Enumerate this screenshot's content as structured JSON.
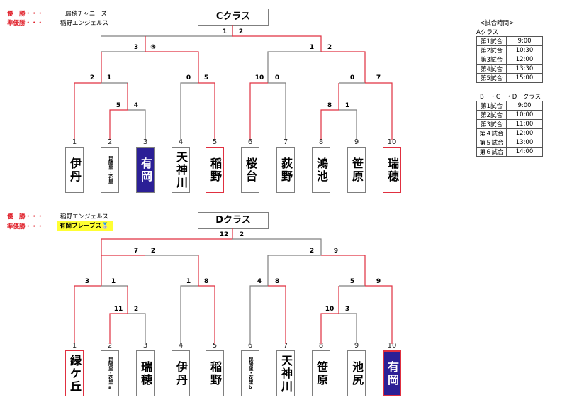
{
  "schedule": {
    "heading": "<試合時間>",
    "a_class": {
      "title": "Aクラス",
      "rows": [
        {
          "match": "第1試合",
          "time": "9:00"
        },
        {
          "match": "第2試合",
          "time": "10:30"
        },
        {
          "match": "第3試合",
          "time": "12:00"
        },
        {
          "match": "第4試合",
          "time": "13:30"
        },
        {
          "match": "第5試合",
          "time": "15:00"
        }
      ]
    },
    "bcd_class": {
      "title": "B　・C　・D　クラス",
      "rows": [
        {
          "match": "第1試合",
          "time": "9:00"
        },
        {
          "match": "第2試合",
          "time": "10:00"
        },
        {
          "match": "第3試合",
          "time": "11:00"
        },
        {
          "match": "第４試合",
          "time": "12:00"
        },
        {
          "match": "第５試合",
          "time": "13:00"
        },
        {
          "match": "第６試合",
          "time": "14:00"
        }
      ]
    }
  },
  "brackets": [
    {
      "title": "Cクラス",
      "winner_label": "優　勝・・・",
      "winner": "瑞穂チャニーズ",
      "runner_up_label": "準優勝・・・",
      "runner_up": "稲野エンジェルス",
      "runner_up_highlight": false,
      "scores": {
        "final": [
          "1",
          "2"
        ],
        "semi_left": [
          "3",
          "③"
        ],
        "semi_right": [
          "1",
          "2"
        ],
        "q_left_a": [
          "2",
          "1"
        ],
        "q_left_b": [
          "0",
          "5"
        ],
        "q_right_a": [
          "10",
          "0"
        ],
        "q_right_b": [
          "0",
          "7"
        ],
        "r1_left": [
          "5",
          "4"
        ],
        "r1_right": [
          "8",
          "1"
        ]
      },
      "teams": [
        {
          "seed": "1",
          "name": "伊丹",
          "style": "normal"
        },
        {
          "seed": "2",
          "name": "昆陽里・花里",
          "style": "small"
        },
        {
          "seed": "3",
          "name": "有岡",
          "style": "blue"
        },
        {
          "seed": "4",
          "name": "天神川",
          "style": "normal"
        },
        {
          "seed": "5",
          "name": "稲野",
          "style": "red"
        },
        {
          "seed": "6",
          "name": "桜台",
          "style": "normal"
        },
        {
          "seed": "7",
          "name": "荻野",
          "style": "normal"
        },
        {
          "seed": "8",
          "name": "鴻池",
          "style": "normal"
        },
        {
          "seed": "9",
          "name": "笹原",
          "style": "normal"
        },
        {
          "seed": "10",
          "name": "瑞穂",
          "style": "red"
        }
      ]
    },
    {
      "title": "Dクラス",
      "winner_label": "優　勝・・・",
      "winner": "稲野エンジェルス",
      "runner_up_label": "準優勝・・・",
      "runner_up": "有岡ブレーブス🥈",
      "runner_up_highlight": true,
      "scores": {
        "final": [
          "12",
          "2"
        ],
        "semi_left": [
          "7",
          "2"
        ],
        "semi_right": [
          "2",
          "9"
        ],
        "q_left_a": [
          "3",
          "1"
        ],
        "q_left_b": [
          "1",
          "8"
        ],
        "q_right_a": [
          "4",
          "8"
        ],
        "q_right_b": [
          "5",
          "9"
        ],
        "r1_left": [
          "11",
          "2"
        ],
        "r1_right": [
          "10",
          "3"
        ]
      },
      "teams": [
        {
          "seed": "1",
          "name": "緑ケ丘",
          "style": "red"
        },
        {
          "seed": "2",
          "name": "昆陽里・花里a",
          "style": "small"
        },
        {
          "seed": "3",
          "name": "瑞穂",
          "style": "normal"
        },
        {
          "seed": "4",
          "name": "伊丹",
          "style": "normal"
        },
        {
          "seed": "5",
          "name": "稲野",
          "style": "normal"
        },
        {
          "seed": "6",
          "name": "昆陽里・花里b",
          "style": "small"
        },
        {
          "seed": "7",
          "name": "天神川",
          "style": "normal"
        },
        {
          "seed": "8",
          "name": "笹原",
          "style": "normal"
        },
        {
          "seed": "9",
          "name": "池尻",
          "style": "normal"
        },
        {
          "seed": "10",
          "name": "有岡",
          "style": "blue-red"
        }
      ]
    }
  ],
  "colors": {
    "win_line": "#e03040",
    "lose_line": "#808080",
    "highlight_team": "#2b1f96",
    "label_red": "#e0202a",
    "runner_up_highlight": "#ffff33"
  }
}
